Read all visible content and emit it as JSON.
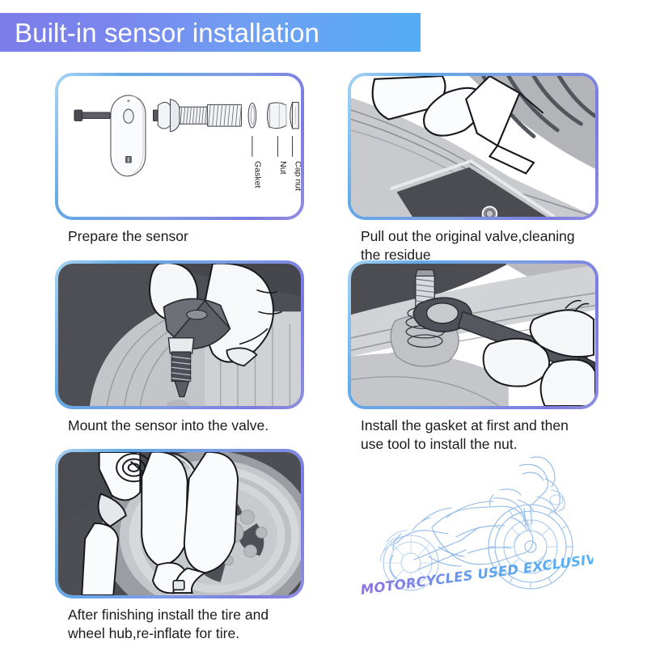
{
  "header": {
    "title": "Built-in sensor installation",
    "banner_gradient_from": "#7b7ce8",
    "banner_gradient_to": "#54aef5",
    "title_color": "#ffffff"
  },
  "panel_border": {
    "gradient_from": "#62a9e8",
    "gradient_to": "#7b7bdd"
  },
  "steps": [
    {
      "index": "1",
      "caption": "Prepare the sensor",
      "art": "exploded-sensor-parts-diagram",
      "labels": [
        {
          "name": "Gasket"
        },
        {
          "name": "Nut"
        },
        {
          "name": "Cap nut"
        }
      ]
    },
    {
      "index": "2",
      "caption": "Pull out the original valve,cleaning\nthe residue",
      "art": "tire-valve-removal-illustration",
      "labels": []
    },
    {
      "index": "3",
      "caption": "Mount the sensor into the valve.",
      "art": "hand-mounting-sensor-illustration",
      "labels": []
    },
    {
      "index": "4",
      "caption": "Install the gasket at first  and then\nuse tool to install the nut.",
      "art": "wrench-tightening-nut-illustration",
      "labels": []
    },
    {
      "index": "5",
      "caption": "After finishing install the tire and\nwheel hub,re-inflate for tire.",
      "art": "reinflating-tire-illustration",
      "labels": []
    }
  ],
  "promo": {
    "tagline": "MOTORCYCLES USED EXCLUSIVELY",
    "art": "motorcycle-line-sketch",
    "tagline_gradient_from": "#8d6fe0",
    "tagline_gradient_to": "#56b4f6",
    "sketch_color": "#8fb9ea"
  }
}
